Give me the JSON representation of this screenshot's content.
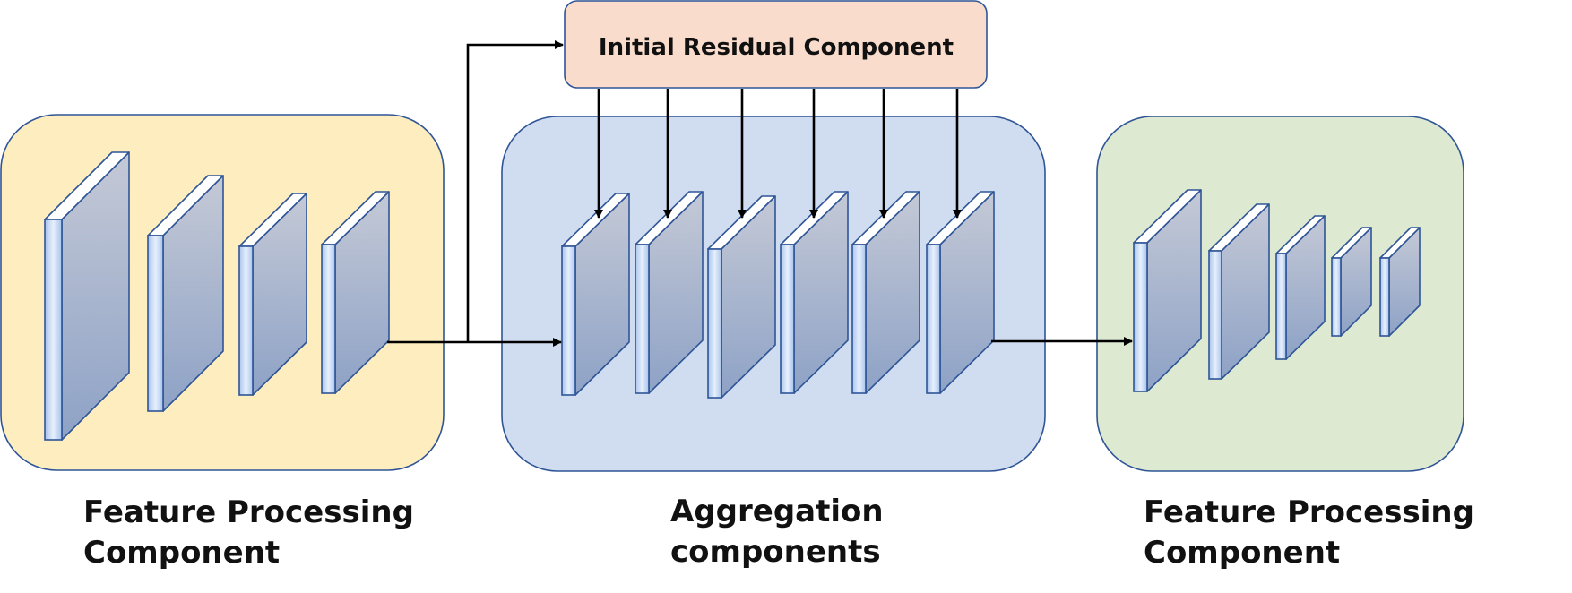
{
  "residual": {
    "label": "Initial Residual Component",
    "fill": "#F9DCCB"
  },
  "groups": [
    {
      "id": "feature-processing-left",
      "caption_lines": [
        "Feature Processing",
        "Component"
      ],
      "fill": "#FEEEBF",
      "layer_count": 4
    },
    {
      "id": "aggregation",
      "caption_lines": [
        "Aggregation",
        "components"
      ],
      "fill": "#D0DDF0",
      "layer_count": 6
    },
    {
      "id": "feature-processing-right",
      "caption_lines": [
        "Feature Processing",
        "Component"
      ],
      "fill": "#DEE9D2",
      "layer_count": 5
    }
  ],
  "colors": {
    "outline": "#2F5597",
    "arrow": "#000000",
    "layer_top": "#C4C9D6",
    "layer_bottom": "#8EA2C6",
    "layer_front": "#BDD5F3"
  },
  "icons": {
    "layer": "feature-map-block-icon",
    "arrow": "arrow-icon"
  }
}
